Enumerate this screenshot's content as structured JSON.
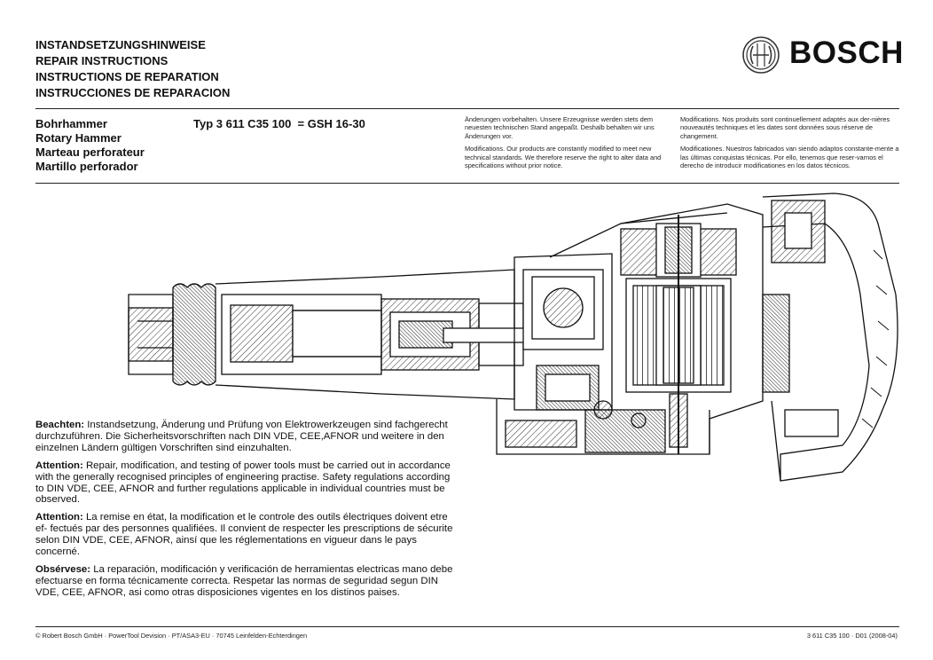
{
  "header": {
    "titles": [
      "INSTANDSETZUNGSHINWEISE",
      "REPAIR INSTRUCTIONS",
      "INSTRUCTIONS DE REPARATION",
      "INSTRUCCIONES DE REPARACION"
    ],
    "brand": "BOSCH"
  },
  "product": {
    "names": [
      "Bohrhammer",
      "Rotary Hammer",
      "Marteau perforateur",
      "Martillo perforador"
    ],
    "type_line": "Typ 3 611 C35 100  = GSH 16-30"
  },
  "disclaimers": {
    "de": "Änderungen vorbehalten. Unsere Erzeugnisse werden stets dem neuesten technischen Stand angepaßt. Deshalb behalten wir uns Änderungen vor.",
    "en": "Modifications. Our products are constantly modified to meet new technical standards. We therefore reserve the right to alter data and specifications without prior notice.",
    "fr": "Modifications. Nos produits sont continuellement adaptés aux der-nières nouveautés techniques et les dates sont données sous réserve de changement.",
    "es": "Modificationes. Nuestros fabricados van siendo adaptos constante-mente a las últimas conquistas técnicas. Por ello, tenemos que reser-varnos el derecho de introducir modificationes en los datos técnicos."
  },
  "notes": [
    {
      "label": "Beachten:",
      "text": " Instandsetzung, Änderung und Prüfung von Elektrowerkzeugen sind fachgerecht durchzuführen. Die Sicherheitsvorschriften nach DIN VDE, CEE,AFNOR und weitere in den einzelnen Ländern gültigen Vorschriften sind einzuhalten."
    },
    {
      "label": "Attention:",
      "text": " Repair, modification, and testing of power tools must be carried out in accordance with the generally recognised principles of engineering practise. Safety regulations according to DIN VDE, CEE, AFNOR and further regulations applicable in individual countries must be observed."
    },
    {
      "label": "Attention:",
      "text": " La remise en état, la modification et le controle des outils électriques doivent etre ef- fectués par des personnes qualifiées. Il convient de respecter les prescriptions de sécurite selon DIN VDE, CEE, AFNOR, ainsí que les réglementations en vigueur dans le pays concerné."
    },
    {
      "label": "Obsérvese:",
      "text": " La reparación, modificación y verificación de herramientas electricas mano debe  efectuarse en forma técnicamente correcta. Respetar las normas de seguridad segun DIN VDE, CEE, AFNOR, asi como otras disposiciones vigentes en los distinos paises."
    }
  ],
  "footer": {
    "left": "© Robert Bosch GmbH · PowerTool Devision · PT/ASA3-EU · 70745 Leinfelden-Echterdingen",
    "right": "3 611 C35 100 · D01 (2008-04)"
  }
}
